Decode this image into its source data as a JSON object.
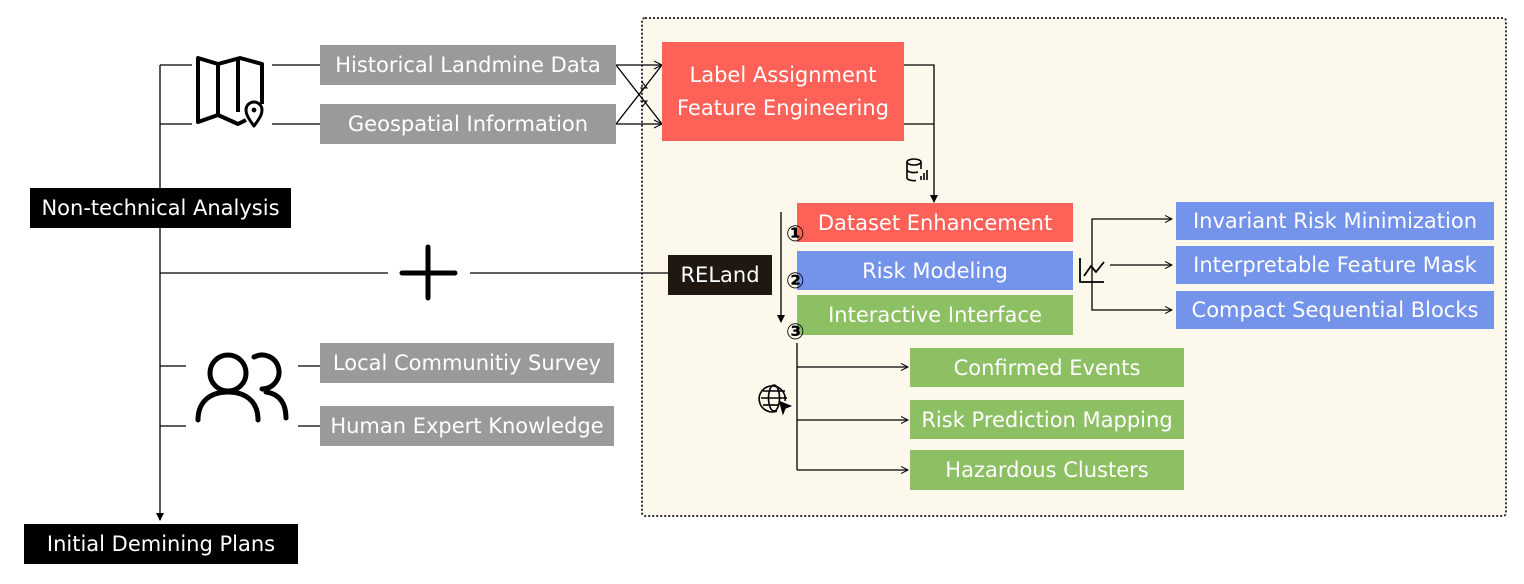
{
  "left": {
    "non_technical": "Non-technical Analysis",
    "initial_plans": "Initial Demining Plans",
    "historical": "Historical Landmine Data",
    "geospatial": "Geospatial Information",
    "community": "Local Communitiy Survey",
    "expert": "Human Expert Knowledge"
  },
  "system": {
    "name": "RELand",
    "label_assignment": "Label Assignment",
    "feature_engineering": "Feature Engineering",
    "steps": [
      {
        "number": "①",
        "label": "Dataset Enhancement"
      },
      {
        "number": "②",
        "label": "Risk Modeling"
      },
      {
        "number": "③",
        "label": "Interactive Interface"
      }
    ],
    "modeling_components": [
      "Invariant Risk Minimization",
      "Interpretable Feature Mask",
      "Compact Sequential Blocks"
    ],
    "interface_outputs": [
      "Confirmed Events",
      "Risk Prediction Mapping",
      "Hazardous Clusters"
    ]
  },
  "colors": {
    "black_box": "#000000",
    "reland_box": "#1f1710",
    "gray_box": "#9a9a9a",
    "red_box": "#fe6158",
    "blue_box": "#7493ea",
    "green_box": "#8dbf63",
    "panel_background": "#fdf8ec"
  },
  "icons": [
    "map-pin-icon",
    "plus-icon",
    "people-icon",
    "database-icon",
    "line-chart-icon",
    "globe-cursor-icon"
  ]
}
